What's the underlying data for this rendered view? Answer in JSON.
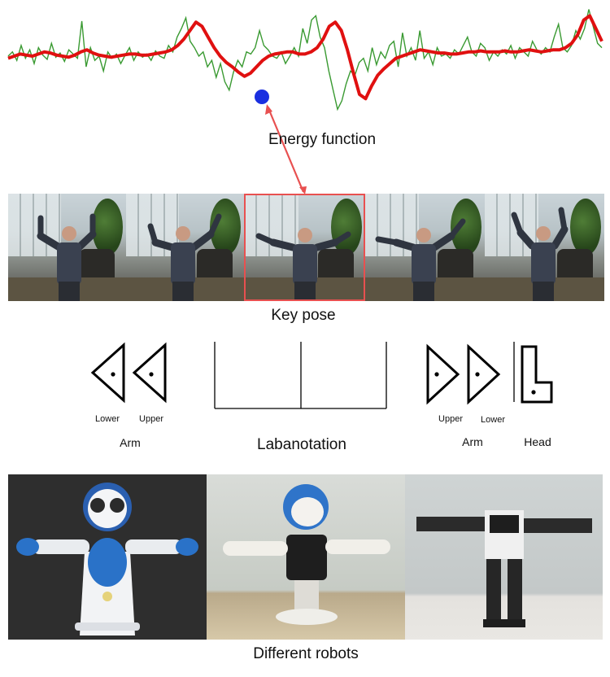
{
  "captions": {
    "energy": "Energy function",
    "keypose": "Key pose",
    "labanotation": "Labanotation",
    "robots": "Different robots"
  },
  "labels": {
    "left_lower": "Lower",
    "left_upper": "Upper",
    "left_arm": "Arm",
    "right_upper": "Upper",
    "right_lower": "Lower",
    "right_arm": "Arm",
    "head": "Head"
  },
  "colors": {
    "raw_signal": "#3a9a32",
    "smoothed_signal": "#e01010",
    "key_point": "#1a2fe0",
    "highlight": "#e85050"
  },
  "energy": {
    "raw": [
      0.62,
      0.66,
      0.58,
      0.72,
      0.6,
      0.68,
      0.55,
      0.7,
      0.63,
      0.59,
      0.74,
      0.61,
      0.65,
      0.57,
      0.68,
      0.64,
      0.6,
      0.95,
      0.52,
      0.7,
      0.58,
      0.62,
      0.48,
      0.66,
      0.6,
      0.64,
      0.55,
      0.63,
      0.7,
      0.58,
      0.66,
      0.61,
      0.64,
      0.58,
      0.67,
      0.62,
      0.6,
      0.72,
      0.66,
      0.8,
      0.88,
      0.98,
      0.76,
      0.7,
      0.62,
      0.66,
      0.52,
      0.58,
      0.42,
      0.55,
      0.38,
      0.3,
      0.47,
      0.58,
      0.52,
      0.66,
      0.64,
      0.7,
      0.86,
      0.72,
      0.68,
      0.62,
      0.6,
      0.66,
      0.55,
      0.62,
      0.7,
      0.62,
      0.88,
      0.74,
      0.96,
      1.0,
      0.8,
      0.7,
      0.48,
      0.3,
      0.12,
      0.2,
      0.36,
      0.48,
      0.44,
      0.56,
      0.6,
      0.48,
      0.7,
      0.54,
      0.66,
      0.6,
      0.72,
      0.76,
      0.52,
      0.84,
      0.62,
      0.7,
      0.58,
      0.86,
      0.6,
      0.66,
      0.54,
      0.7,
      0.62,
      0.64,
      0.6,
      0.68,
      0.64,
      0.72,
      0.8,
      0.66,
      0.62,
      0.74,
      0.7,
      0.58,
      0.66,
      0.62,
      0.68,
      0.64,
      0.72,
      0.6,
      0.7,
      0.66,
      0.62,
      0.76,
      0.68,
      0.64,
      0.7,
      0.66,
      0.8,
      0.92,
      0.7,
      0.66,
      0.72,
      0.86,
      0.78,
      0.88,
      1.06,
      0.9,
      0.74,
      0.7
    ],
    "smooth": [
      0.6,
      0.62,
      0.64,
      0.63,
      0.62,
      0.64,
      0.66,
      0.65,
      0.63,
      0.62,
      0.61,
      0.63,
      0.66,
      0.68,
      0.65,
      0.63,
      0.62,
      0.61,
      0.62,
      0.63,
      0.64,
      0.64,
      0.63,
      0.63,
      0.64,
      0.65,
      0.66,
      0.68,
      0.72,
      0.78,
      0.86,
      0.94,
      0.9,
      0.8,
      0.7,
      0.62,
      0.56,
      0.52,
      0.47,
      0.43,
      0.46,
      0.52,
      0.58,
      0.62,
      0.64,
      0.65,
      0.66,
      0.66,
      0.64,
      0.64,
      0.66,
      0.7,
      0.78,
      0.9,
      0.94,
      0.86,
      0.68,
      0.46,
      0.26,
      0.22,
      0.34,
      0.44,
      0.5,
      0.55,
      0.6,
      0.62,
      0.64,
      0.66,
      0.68,
      0.67,
      0.66,
      0.65,
      0.65,
      0.64,
      0.64,
      0.65,
      0.66,
      0.66,
      0.67,
      0.66,
      0.66,
      0.66,
      0.67,
      0.66,
      0.66,
      0.67,
      0.68,
      0.67,
      0.66,
      0.67,
      0.68,
      0.68,
      0.7,
      0.74,
      0.82,
      0.96,
      1.0,
      0.88,
      0.76
    ]
  }
}
